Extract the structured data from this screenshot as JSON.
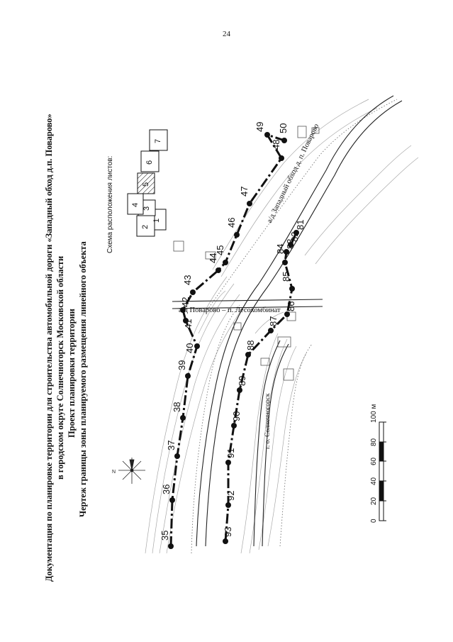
{
  "page_number": "24",
  "title": {
    "line1": "Документация по планировке территории для строительства автомобильной дороги «Западный обход д.п. Поварово»",
    "line2": "в городском округе Солнечногорск Московской области",
    "line3": "Проект планировки территории",
    "line4": "Чертеж границы зоны планируемого размещения линейного объекта"
  },
  "sheet_scheme": {
    "label": "Схема расположения листов:",
    "sheets": [
      "1",
      "2",
      "3",
      "4",
      "5",
      "6",
      "7"
    ],
    "current_sheet": "5"
  },
  "roads": {
    "povarovo_road": "а/д Поварово – п. Лесокомбинат",
    "western_bypass": "а/д Западный обход д. п. Поварово",
    "solnechnogorsk": "г. о. Солнечногорск"
  },
  "line_west_points": [
    "35",
    "36",
    "37",
    "38",
    "39",
    "40",
    "41",
    "42",
    "43",
    "44",
    "45",
    "46",
    "47",
    "48",
    "49",
    "50"
  ],
  "line_east_points": [
    "93",
    "92",
    "91",
    "90",
    "89",
    "88",
    "87",
    "86",
    "85",
    "84",
    "83",
    "82",
    "81"
  ],
  "scale_bar": {
    "ticks": [
      "0",
      "20",
      "40",
      "60",
      "80",
      "100 м"
    ]
  },
  "colors": {
    "line": "#111111",
    "background": "#ffffff",
    "topo": "#9a9a9a"
  }
}
